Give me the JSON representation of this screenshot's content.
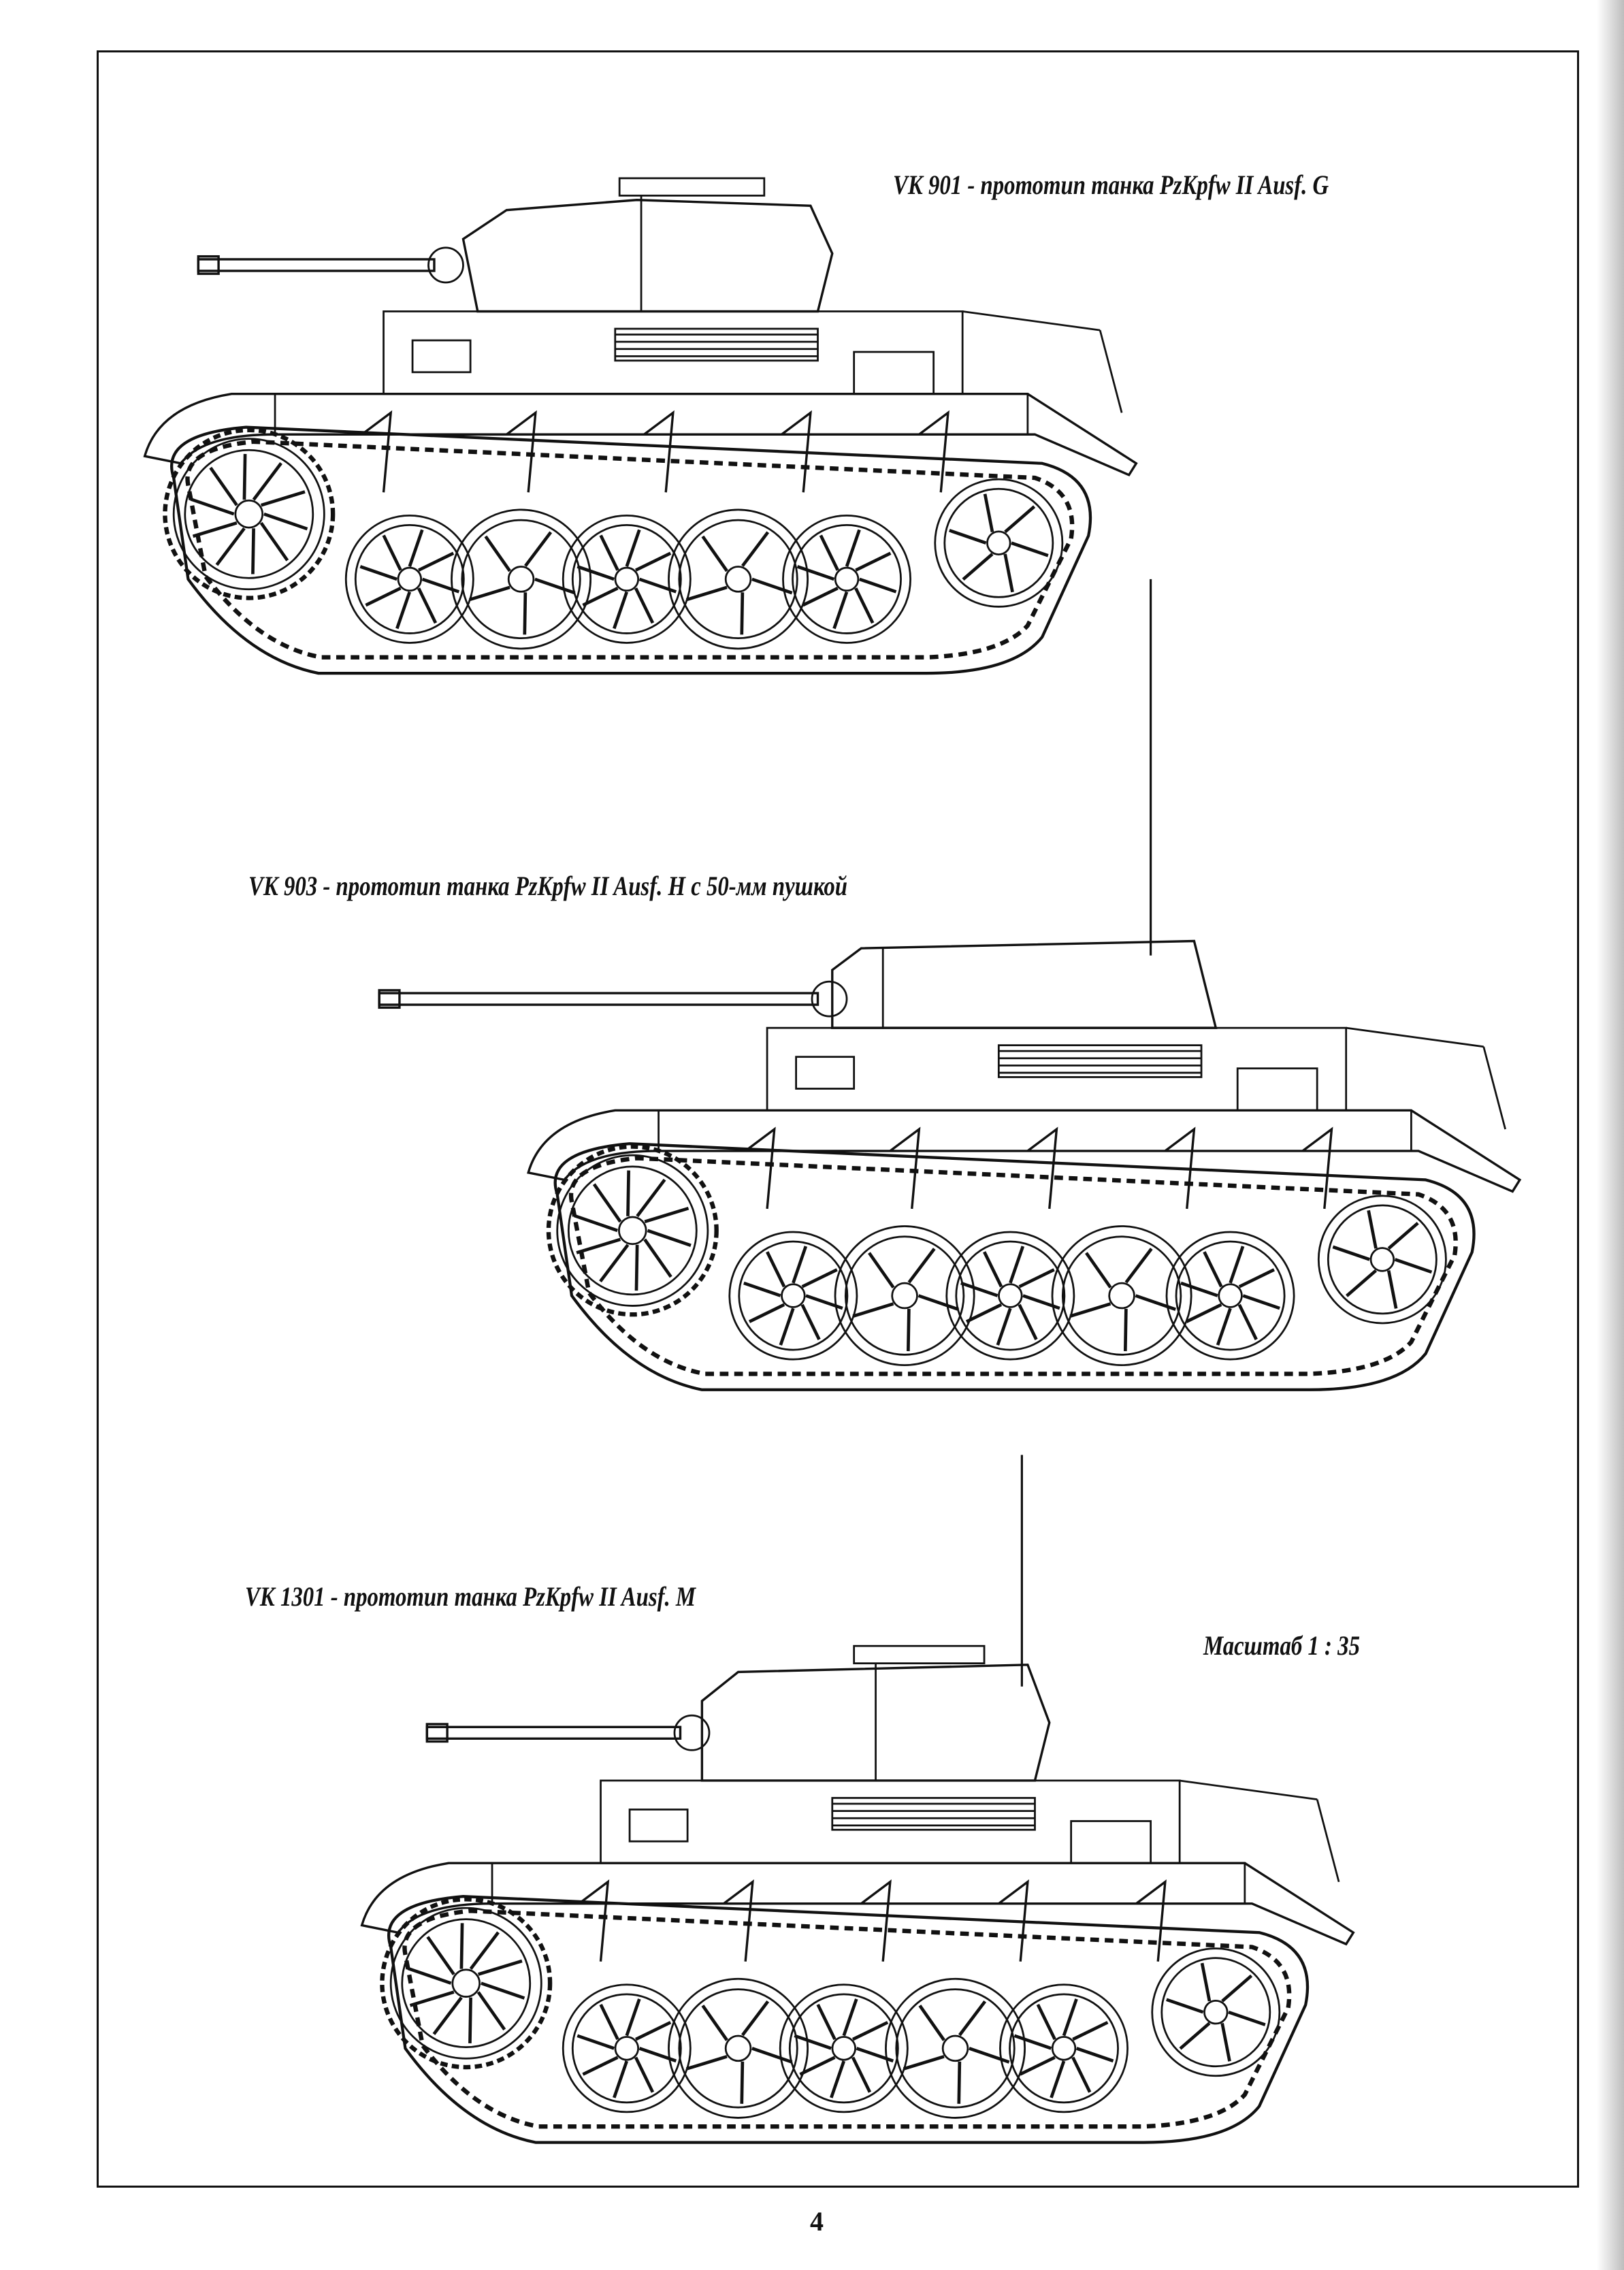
{
  "captions": {
    "vk901": "VK 901 - прототип танка PzKpfw II Ausf. G",
    "vk903": "VK 903 - прототип танка PzKpfw II Ausf. H с 50-мм пушкой",
    "vk1301": "VK 1301 - прототип танка PzKpfw II Ausf. M",
    "scale": "Масштаб 1 : 35"
  },
  "page_number": "4",
  "colors": {
    "line": "#111111",
    "paper": "#ffffff"
  }
}
